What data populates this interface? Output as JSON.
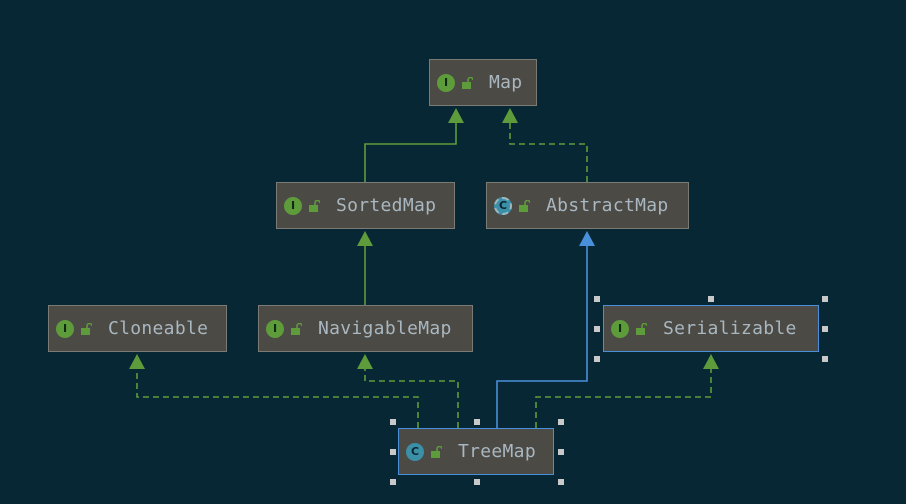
{
  "diagram": {
    "nodes": [
      {
        "id": "map",
        "label": "Map",
        "kind": "interface"
      },
      {
        "id": "sortedmap",
        "label": "SortedMap",
        "kind": "interface"
      },
      {
        "id": "abstractmap",
        "label": "AbstractMap",
        "kind": "abstract-class"
      },
      {
        "id": "cloneable",
        "label": "Cloneable",
        "kind": "interface"
      },
      {
        "id": "navigablemap",
        "label": "NavigableMap",
        "kind": "interface"
      },
      {
        "id": "serializable",
        "label": "Serializable",
        "kind": "interface",
        "selected": true
      },
      {
        "id": "treemap",
        "label": "TreeMap",
        "kind": "class",
        "selected": true
      }
    ],
    "edges": [
      {
        "from": "sortedmap",
        "to": "map",
        "relation": "extends"
      },
      {
        "from": "abstractmap",
        "to": "map",
        "relation": "implements"
      },
      {
        "from": "navigablemap",
        "to": "sortedmap",
        "relation": "extends"
      },
      {
        "from": "treemap",
        "to": "abstractmap",
        "relation": "extends",
        "highlighted": true
      },
      {
        "from": "treemap",
        "to": "cloneable",
        "relation": "implements"
      },
      {
        "from": "treemap",
        "to": "navigablemap",
        "relation": "implements"
      },
      {
        "from": "treemap",
        "to": "serializable",
        "relation": "implements"
      }
    ],
    "badge_letters": {
      "interface": "I",
      "class": "C",
      "abstract-class": "C"
    },
    "colors": {
      "background": "#062733",
      "node_fill": "#4c4a45",
      "node_border": "#7b7a74",
      "selected_border": "#4a8fd9",
      "extends_edge": "#5e9b3b",
      "implements_edge": "#5e9b3b",
      "highlighted_edge": "#4a8fd9",
      "label": "#a9b7c0"
    },
    "icons": {
      "interface_badge": "interface-icon",
      "class_badge": "class-icon",
      "abstract_badge": "abstract-class-icon",
      "visibility": "public-unlock-icon"
    }
  }
}
